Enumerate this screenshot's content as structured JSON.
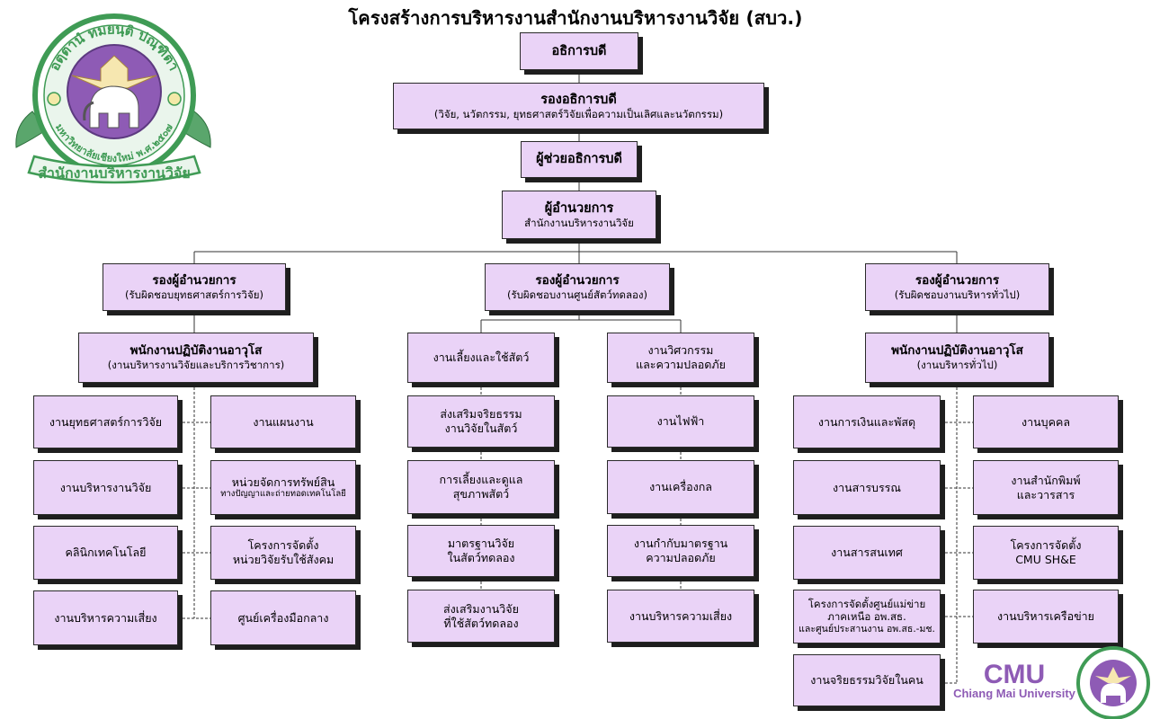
{
  "title": "โครงสร้างการบริหารงานสำนักงานบริหารงานวิจัย (สบว.)",
  "logo": {
    "name": "research-administration-office-seal",
    "text_top": "อตฺตานํ ทมยนฺติ ปณฺฑิตา",
    "text_ring": "มหาวิทยาลัยเชียงใหม่ พ.ศ.๒๕๐๗",
    "banner": "สำนักงานบริหารงานวิจัย",
    "colors": {
      "green": "#3f9b55",
      "purple": "#8e5bb5"
    }
  },
  "cmu": {
    "abbr": "CMU",
    "full": "Chiang Mai University",
    "color": "#8e5bb5"
  },
  "colors": {
    "box_fill": "#ead3f7",
    "box_border": "#2a2a2a",
    "shadow": "#1e1e1e"
  },
  "top": {
    "president": "อธิการบดี",
    "vice_president": {
      "line1": "รองอธิการบดี",
      "line2": "(วิจัย, นวัตกรรม, ยุทธศาสตร์วิจัยเพื่อความเป็นเลิศและนวัตกรรม)"
    },
    "assistant": "ผู้ช่วยอธิการบดี",
    "director": {
      "line1": "ผู้อำนวยการ",
      "line2": "สำนักงานบริหารงานวิจัย"
    }
  },
  "deputies": {
    "left": {
      "line1": "รองผู้อำนวยการ",
      "line2": "(รับผิดชอบยุทธศาสตร์การวิจัย)"
    },
    "middle": {
      "line1": "รองผู้อำนวยการ",
      "line2": "(รับผิดชอบงานศูนย์สัตว์ทดลอง)"
    },
    "right": {
      "line1": "รองผู้อำนวยการ",
      "line2": "(รับผิดชอบงานบริหารทั่วไป)"
    }
  },
  "left": {
    "head": {
      "line1": "พนักงานปฏิบัติงานอาวุโส",
      "line2": "(งานบริหารงานวิจัยและบริการวิชาการ)"
    },
    "col1": [
      "งานยุทธศาสตร์การวิจัย",
      "งานบริหารงานวิจัย",
      "คลินิกเทคโนโลยี",
      "งานบริหารความเสี่ยง"
    ],
    "col2": [
      {
        "line1": "งานแผนงาน",
        "line2": ""
      },
      {
        "line1": "หน่วยจัดการทรัพย์สิน",
        "line2": "ทางปัญญาและถ่ายทอดเทคโนโลยี"
      },
      {
        "line1": "โครงการจัดตั้ง",
        "line2": "หน่วยวิจัยรับใช้สังคม"
      },
      {
        "line1": "ศูนย์เครื่องมือกลาง",
        "line2": ""
      }
    ]
  },
  "middle": {
    "animal": {
      "head": "งานเลี้ยงและใช้สัตว์",
      "items": [
        {
          "line1": "ส่งเสริมจริยธรรม",
          "line2": "งานวิจัยในสัตว์"
        },
        {
          "line1": "การเลี้ยงและดูแล",
          "line2": "สุขภาพสัตว์"
        },
        {
          "line1": "มาตรฐานวิจัย",
          "line2": "ในสัตว์ทดลอง"
        },
        {
          "line1": "ส่งเสริมงานวิจัย",
          "line2": "ที่ใช้สัตว์ทดลอง"
        }
      ]
    },
    "engineering": {
      "head": {
        "line1": "งานวิศวกรรม",
        "line2": "และความปลอดภัย"
      },
      "items": [
        {
          "line1": "งานไฟฟ้า",
          "line2": ""
        },
        {
          "line1": "งานเครื่องกล",
          "line2": ""
        },
        {
          "line1": "งานกำกับมาตรฐาน",
          "line2": "ความปลอดภัย"
        },
        {
          "line1": "งานบริหารความเสี่ยง",
          "line2": ""
        }
      ]
    }
  },
  "right": {
    "head": {
      "line1": "พนักงานปฏิบัติงานอาวุโส",
      "line2": "(งานบริหารทั่วไป)"
    },
    "col1": [
      {
        "line1": "งานการเงินและพัสดุ",
        "line2": "",
        "line3": ""
      },
      {
        "line1": "งานสารบรรณ",
        "line2": "",
        "line3": ""
      },
      {
        "line1": "งานสารสนเทศ",
        "line2": "",
        "line3": ""
      },
      {
        "line1": "โครงการจัดตั้งศูนย์แม่ข่าย",
        "line2": "ภาคเหนือ อพ.สธ.",
        "line3": "และศูนย์ประสานงาน อพ.สธ.-มช."
      },
      {
        "line1": "งานจริยธรรมวิจัยในคน",
        "line2": "",
        "line3": ""
      }
    ],
    "col2": [
      {
        "line1": "งานบุคคล",
        "line2": ""
      },
      {
        "line1": "งานสำนักพิมพ์",
        "line2": "และวารสาร"
      },
      {
        "line1": "โครงการจัดตั้ง",
        "line2": "CMU SH&E"
      },
      {
        "line1": "งานบริหารเครือข่าย",
        "line2": ""
      }
    ]
  }
}
